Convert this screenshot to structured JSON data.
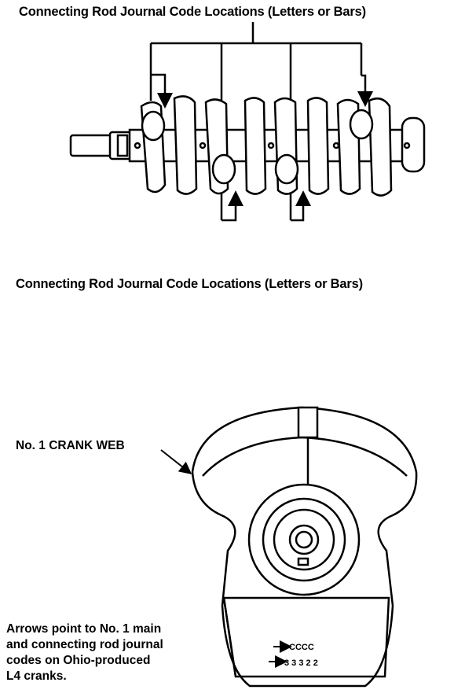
{
  "captions": {
    "top": "Connecting Rod Journal Code Locations (Letters or Bars)",
    "middle": "Connecting Rod Journal Code Locations (Letters or Bars)"
  },
  "labels": {
    "crank_web": "No. 1 CRANK WEB"
  },
  "note_lines": [
    "Arrows point to No. 1 main",
    "and connecting rod journal",
    "codes on Ohio-produced",
    "L4 cranks."
  ],
  "codes": {
    "rod_codes": "CCCC",
    "main_codes": "3 3 3 2 2"
  }
}
